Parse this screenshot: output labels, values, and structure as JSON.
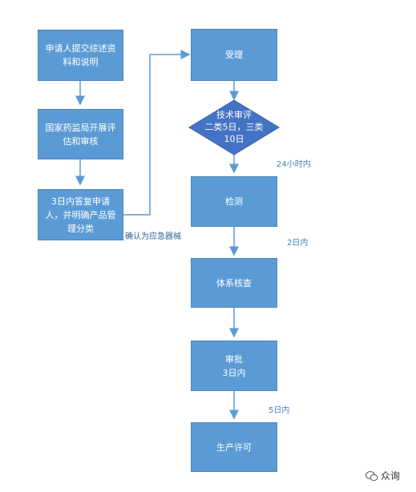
{
  "left_steps": [
    {
      "line1": "申请人提交综述资",
      "line2": "料和说明"
    },
    {
      "line1": "国家药监局开展评",
      "line2": "估和审核"
    },
    {
      "line1": "3日内答复申请",
      "line2": "人，并明确产品管",
      "line3": "理分类"
    }
  ],
  "confirm_label": "确认为应急器械",
  "right_steps": {
    "accept": "受理",
    "tech_review": {
      "line1": "技术审评",
      "line2": "二类5日，三类",
      "line3": "10日"
    },
    "test": "检测",
    "system_check": "体系核查",
    "approve": {
      "line1": "审批",
      "line2": "3日内"
    },
    "license": "生产许可"
  },
  "time_labels": {
    "after_review": "24小时内",
    "after_test": "2日内",
    "after_approve": "5日内"
  },
  "watermark": "众询",
  "colors": {
    "box": "#5b9bd5",
    "arrow": "#5b9bd5",
    "diamond": "#4472c4"
  }
}
